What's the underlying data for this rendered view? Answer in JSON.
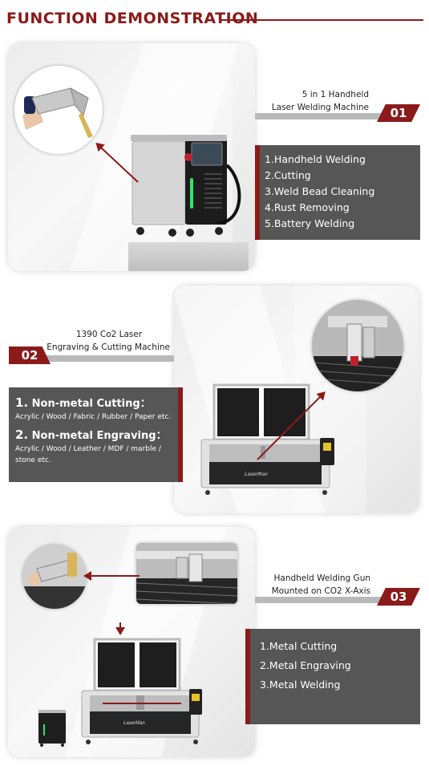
{
  "header": {
    "title": "FUNCTION DEMONSTRATION"
  },
  "sections": [
    {
      "number": "01",
      "caption_line1": "5 in 1 Handheld",
      "caption_line2": "Laser Welding Machine",
      "features": [
        "1.Handheld Welding",
        "2.Cutting",
        "3.Weld Bead Cleaning",
        "4.Rust Removing",
        "5.Battery Welding"
      ]
    },
    {
      "number": "02",
      "caption_line1": "1390 Co2 Laser",
      "caption_line2": "Engraving & Cutting Machine",
      "feature_groups": [
        {
          "num": "1.",
          "title": " Non-metal Cutting：",
          "detail": "Acrylic /  Wood / Fabric / Rubber / Paper etc."
        },
        {
          "num": "2.",
          "title": " Non-metal Engraving：",
          "detail": "Acrylic / Wood / Leather / MDF / marble / stone etc."
        }
      ]
    },
    {
      "number": "03",
      "caption_line1": "Handheld Welding Gun",
      "caption_line2": "Mounted on CO2 X-Axis",
      "features": [
        "1.Metal Cutting",
        "2.Metal Engraving",
        "3.Metal Welding"
      ]
    }
  ],
  "brand_label": "LaserMan",
  "colors": {
    "accent": "#8b1a1a",
    "panel": "#565656",
    "rule": "#b9b9b9"
  },
  "icons": [
    "laser-gun-icon",
    "welding-machine-icon",
    "co2-laser-machine-icon",
    "laser-head-closeup-icon"
  ]
}
